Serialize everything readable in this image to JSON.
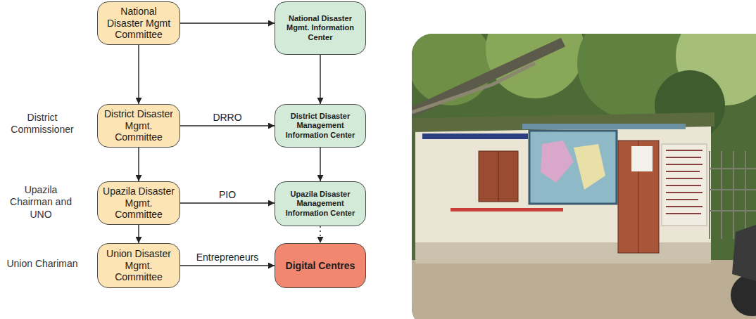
{
  "diagram": {
    "nodes": [
      {
        "text": [
          "National Disaster Mgmt Committee"
        ]
      },
      {
        "text": [
          "National Disaster Mgmt. Information Center"
        ]
      },
      {
        "text": [
          "District Disaster Mgmt. Committee"
        ]
      },
      {
        "text": [
          "District Disaster Management Information Center"
        ]
      },
      {
        "text": [
          "Upazila Disaster Mgmt. Committee"
        ]
      },
      {
        "text": [
          "Upazila Disaster Management Information Center"
        ]
      },
      {
        "text": [
          "Union Disaster Mgmt. Committee"
        ]
      },
      {
        "text": [
          "Digital Centres"
        ]
      }
    ],
    "edges": [
      {
        "from": 0,
        "to": 1,
        "arrow": "to"
      },
      {
        "from": 0,
        "to": 2,
        "arrow": "to"
      },
      {
        "from": 1,
        "to": 3,
        "arrow": "to"
      },
      {
        "from": 2,
        "to": 3,
        "label": "DRRO",
        "arrow": "to"
      },
      {
        "from": 2,
        "to": 4,
        "arrow": "to"
      },
      {
        "from": 3,
        "to": 5,
        "arrow": "to"
      },
      {
        "from": 4,
        "to": 5,
        "label": "PIO",
        "arrow": "to"
      },
      {
        "from": 4,
        "to": 6,
        "arrow": "to"
      },
      {
        "from": 6,
        "to": 7,
        "label": "Entrepreneurs",
        "arrow": "to"
      },
      {
        "from": 5,
        "to": 7,
        "arrow": "to"
      }
    ],
    "labels": [
      "District Commissioner",
      "Upazila Chairman and UNO",
      "Union Chariman"
    ]
  }
}
